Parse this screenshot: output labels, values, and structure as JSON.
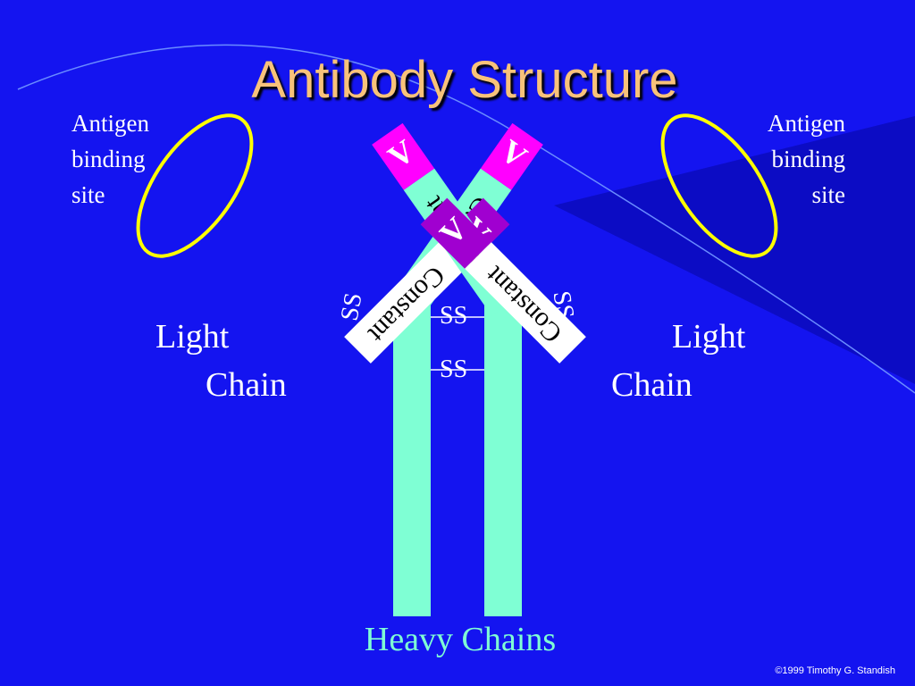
{
  "title": "Antibody Structure",
  "antigen_site_left": [
    "Antigen",
    "binding",
    "site"
  ],
  "antigen_site_right": [
    "Antigen",
    "binding",
    "site"
  ],
  "region_labels": {
    "variable": "V",
    "constant": "Constant",
    "disulfide": "SS"
  },
  "light_chain_left": [
    "Light",
    "Chain"
  ],
  "light_chain_right": [
    "Light",
    "Chain"
  ],
  "heavy_chains_label": "Heavy Chains",
  "copyright": "©1999 Timothy G. Standish",
  "colors": {
    "background": "#1414f0",
    "background_dark": "#0c0cc4",
    "title": "#f8c27a",
    "heavy_chain": "#7fffd4",
    "variable_heavy": "#ff00ff",
    "variable_light": "#a000d0",
    "constant_light": "#ffffff",
    "antigen_ring": "#ffff00",
    "heavy_label": "#7fffd4"
  }
}
